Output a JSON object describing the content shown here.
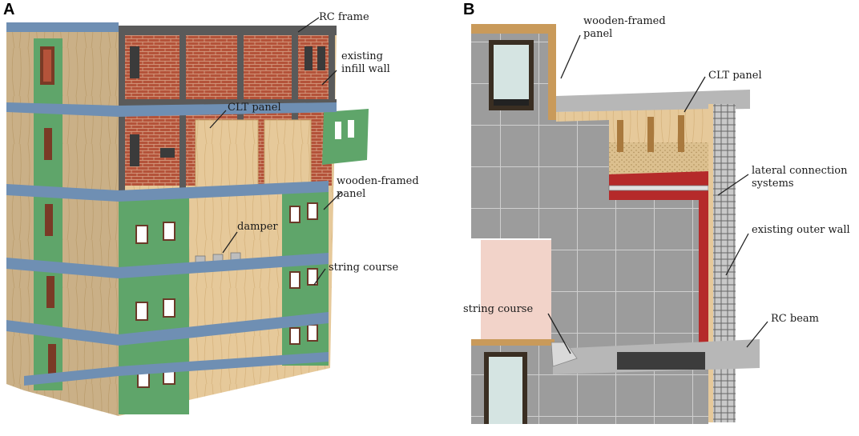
{
  "figure": {
    "panels": [
      {
        "letter": "A",
        "labels": {
          "rc_frame": "RC frame",
          "existing_infill_wall_1": "existing",
          "existing_infill_wall_2": "infill wall",
          "clt_panel": "CLT panel",
          "wooden_framed_panel_1": "wooden-framed",
          "wooden_framed_panel_2": "panel",
          "damper": "damper",
          "string_course": "string course"
        }
      },
      {
        "letter": "B",
        "labels": {
          "wooden_framed_panel_1": "wooden-framed",
          "wooden_framed_panel_2": "panel",
          "clt_panel": "CLT panel",
          "lateral_connection_1": "lateral connection",
          "lateral_connection_2": "systems",
          "existing_outer_wall": "existing outer wall",
          "string_course": "string course",
          "rc_beam": "RC beam"
        }
      }
    ]
  },
  "colors": {
    "rc_frame": "#5a5a5a",
    "brick": "#b4533a",
    "clt_wood": "#e6c99a",
    "wooden_frame_green": "#5fa56a",
    "string_course_blue": "#6f8fb3",
    "cladding_grey": "#9c9c9c",
    "insulation_pink": "#f2d3c9",
    "membrane_red": "#b52a2a"
  }
}
